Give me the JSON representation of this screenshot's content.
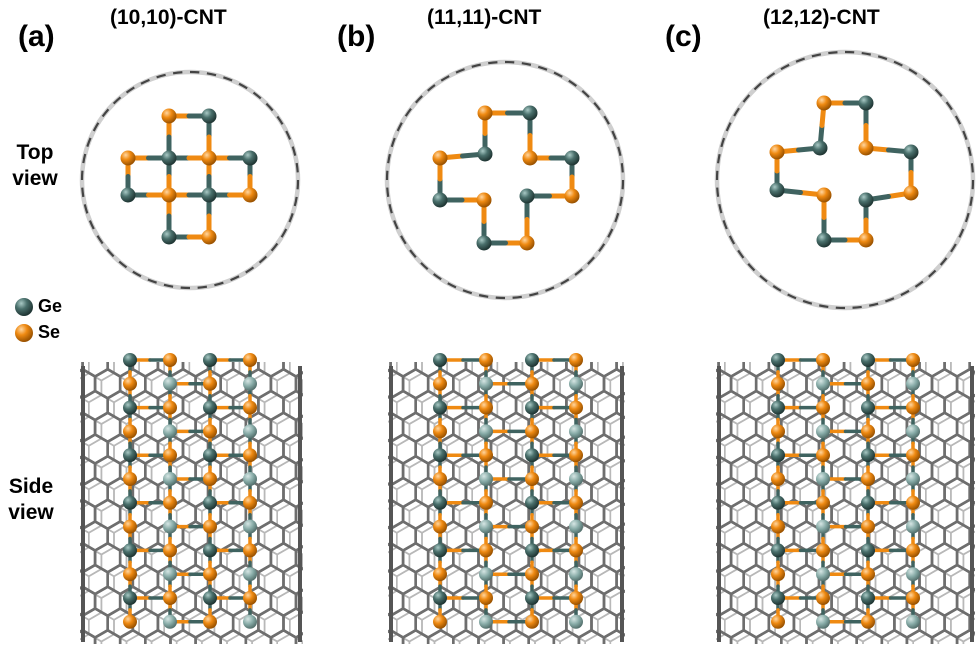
{
  "panels": [
    {
      "label": "(a)",
      "title": "(10,10)-CNT"
    },
    {
      "label": "(b)",
      "title": "(11,11)-CNT"
    },
    {
      "label": "(c)",
      "title": "(12,12)-CNT"
    }
  ],
  "row_labels": {
    "top": [
      "Top",
      "view"
    ],
    "side": [
      "Side",
      "view"
    ]
  },
  "legend": [
    {
      "name": "Ge",
      "color": "#3f6360"
    },
    {
      "name": "Se",
      "color": "#ef8a12"
    }
  ],
  "colors": {
    "ge": "#3f6360",
    "ge_light": "#6f9a96",
    "se": "#ef8a12",
    "cnt": "#6e6e6e",
    "cnt_light": "#b8b8b8"
  }
}
